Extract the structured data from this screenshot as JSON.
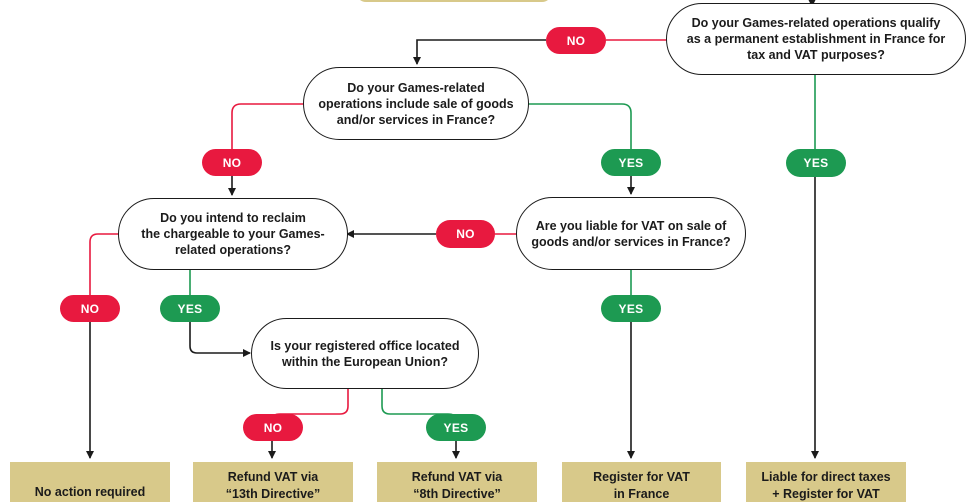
{
  "colors": {
    "no": "#e8193f",
    "yes": "#1d9a52",
    "line_black": "#1b1b1b",
    "outcome_fill": "#d8c98a"
  },
  "questions": {
    "q1": [
      "Do your Games-related operations qualify",
      "as a permanent establishment in France for",
      "tax and VAT purposes?"
    ],
    "q2": [
      "Do your Games-related",
      "operations include sale of goods",
      "and/or services in France?"
    ],
    "q3": [
      "Do you intend to reclaim",
      "the  chargeable to your Games-",
      "related operations?"
    ],
    "q4": [
      "Are you liable for VAT on sale of",
      "goods and/or services in France?"
    ],
    "q5": [
      "Is your registered office located",
      "within the European Union?"
    ]
  },
  "pills": {
    "no_label": "NO",
    "yes_label": "YES"
  },
  "outcomes": {
    "o1": [
      "No action required"
    ],
    "o2": [
      "Refund VAT via",
      "“13th Directive”"
    ],
    "o3": [
      "Refund VAT via",
      "“8th Directive”"
    ],
    "o4": [
      "Register for VAT",
      "in France"
    ],
    "o5": [
      "Liable for direct taxes",
      "+ Register for VAT"
    ]
  }
}
